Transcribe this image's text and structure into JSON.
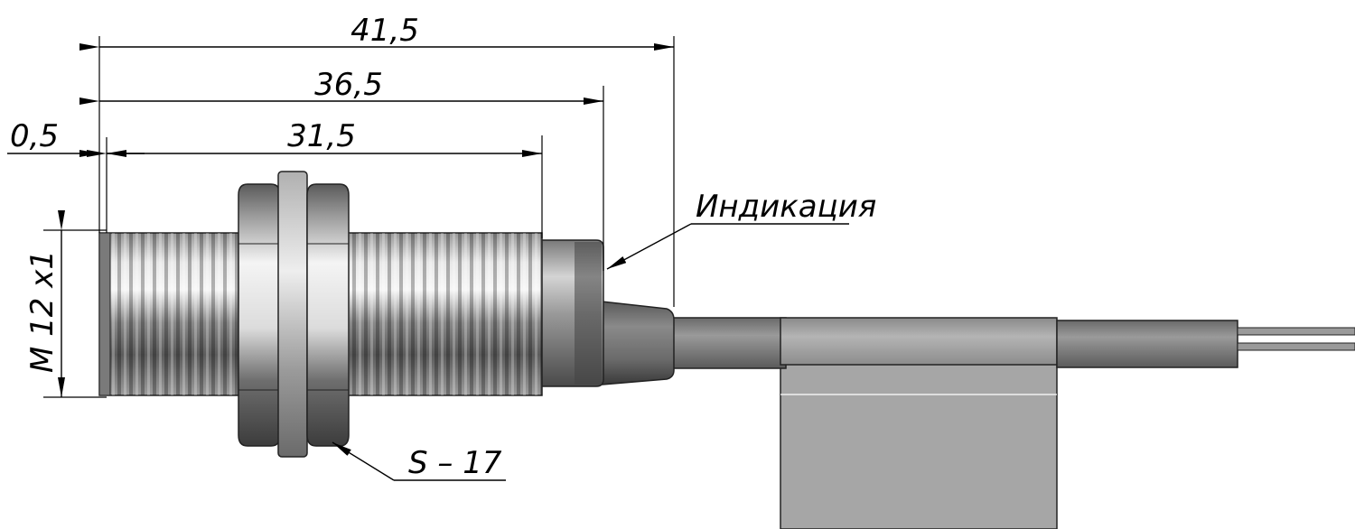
{
  "dimensions": {
    "total_length": "41,5",
    "body_length": "36,5",
    "thread_length": "31,5",
    "offset": "0,5",
    "thread_spec": "M 12 x1"
  },
  "callouts": {
    "indicator": "Индикация",
    "wrench_size": "S – 17"
  },
  "colors": {
    "thread_light": "#e6e6e6",
    "thread_dark": "#6a6a6a",
    "cable": "#7d7d7d",
    "label_sheet": "#a8a8a8"
  }
}
